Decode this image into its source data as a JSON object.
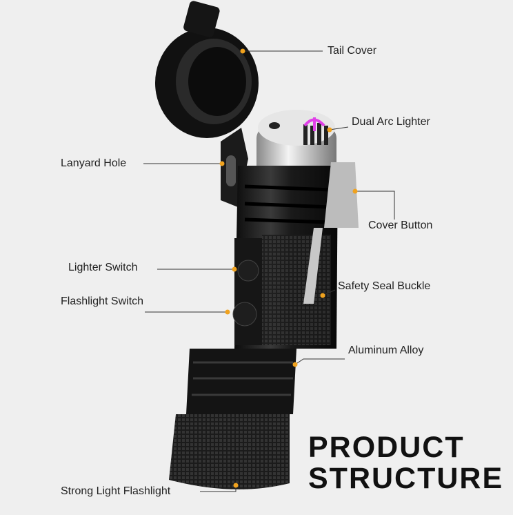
{
  "title": {
    "line1": "PRODUCT",
    "line2": "STRUCTURE"
  },
  "labels": {
    "tail_cover": "Tail Cover",
    "dual_arc_lighter": "Dual Arc Lighter",
    "lanyard_hole": "Lanyard Hole",
    "cover_button": "Cover Button",
    "lighter_switch": "Lighter Switch",
    "flashlight_switch": "Flashlight Switch",
    "safety_seal_buckle": "Safety Seal Buckle",
    "aluminum_alloy": "Aluminum Alloy",
    "strong_light_flashlight": "Strong Light Flashlight"
  },
  "colors": {
    "marker": "#f0a21e",
    "arc": "#e040e8",
    "body": "#161616",
    "background": "#efefef"
  }
}
